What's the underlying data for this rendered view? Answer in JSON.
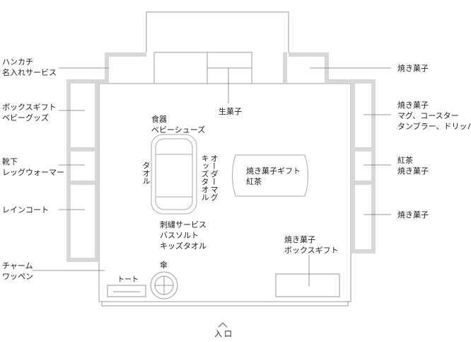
{
  "entrance": {
    "label": "入口"
  },
  "labels": {
    "handkerchief": [
      "ハンカチ",
      "名入れサービス"
    ],
    "box_gift_left": [
      "ボックスギフト",
      "ベビーグッズ"
    ],
    "socks": [
      "靴下",
      "レッグウォーマー"
    ],
    "raincoat": [
      "レインコート"
    ],
    "charm": [
      "チャーム",
      "ワッペン"
    ],
    "tote": [
      "トート"
    ],
    "umbrella": [
      "傘"
    ],
    "namagashi": [
      "生菓子"
    ],
    "tableware": [
      "食器",
      "ベビーシューズ"
    ],
    "towel": [
      "タオル"
    ],
    "order_mug": [
      "オーダーマグ",
      "キッズタオル"
    ],
    "embroidery": [
      "刺繍サービス",
      "バスソルト",
      "キッズタオル"
    ],
    "center_gift": [
      "焼き菓子ギフト",
      "紅茶"
    ],
    "bottom_right_gift": [
      "焼き菓子",
      "ボックスギフト"
    ],
    "right_1": [
      "焼き菓子"
    ],
    "right_2": [
      "焼き菓子",
      "マグ、コースター",
      "タンブラー、ドリッパー"
    ],
    "right_3": [
      "紅茶",
      "焼き菓子"
    ],
    "right_4": [
      "焼き菓子"
    ]
  }
}
